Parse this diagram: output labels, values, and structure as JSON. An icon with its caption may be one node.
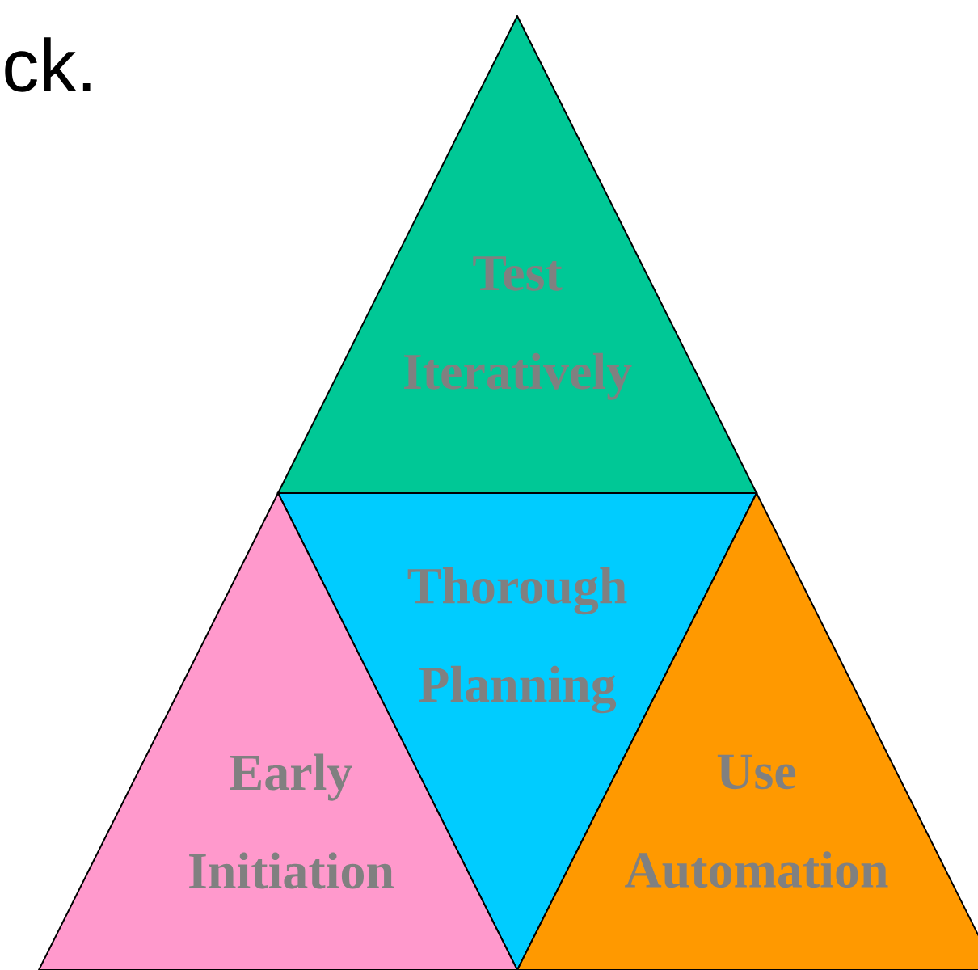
{
  "diagram": {
    "nodes": [
      {
        "text": [
          "Test Iteratively"
        ]
      },
      {
        "text": [
          "Thorough Planning"
        ]
      },
      {
        "text": [
          "Early Initiation"
        ]
      },
      {
        "text": [
          "Use Automation"
        ]
      }
    ],
    "labels": [
      "ck."
    ]
  }
}
